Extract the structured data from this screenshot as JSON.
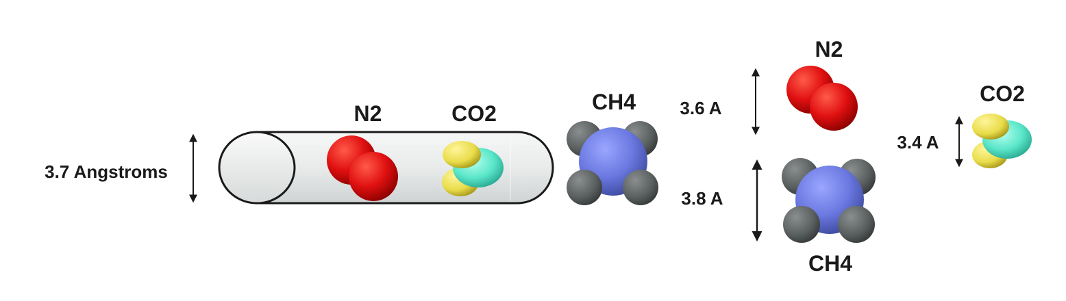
{
  "labels": {
    "tube_diameter": "3.7 Angstroms",
    "tube_n2": "N2",
    "tube_co2": "CO2",
    "ch4_entrance": "CH4",
    "n2_size": "3.6 A",
    "n2_name": "N2",
    "ch4_size": "3.8 A",
    "ch4_name": "CH4",
    "co2_size": "3.4 A",
    "co2_name": "CO2"
  },
  "colors": {
    "nitrogen": "#e01010",
    "carbon_blue": "#6a78e0",
    "hydrogen_gray": "#5a5f5f",
    "oxygen_yellow": "#e8dc4a",
    "carbon_teal": "#5ae6c8",
    "tube_fill": "#e6e8e8",
    "outline": "#1a1a1a"
  }
}
